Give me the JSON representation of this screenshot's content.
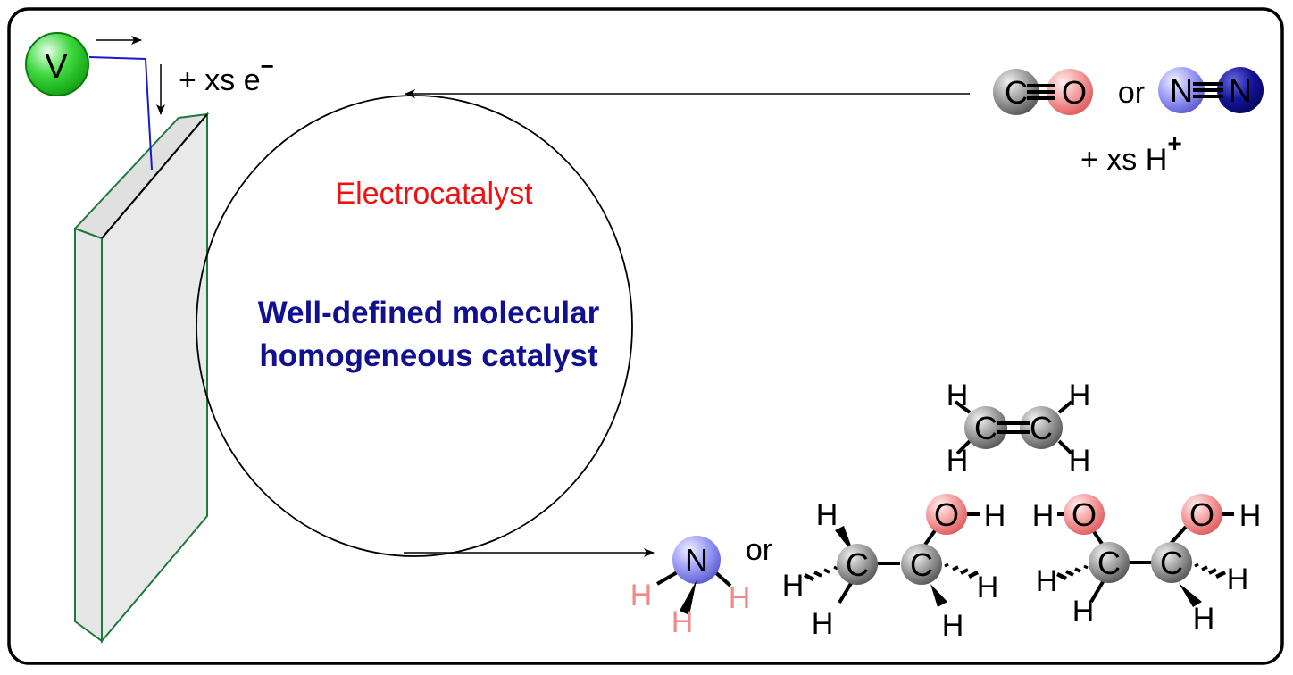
{
  "voltage_label": "V",
  "electron_text": "+ xs e",
  "electron_charge": "−",
  "proton_text": "+ xs H",
  "proton_charge": "+",
  "catalyst": {
    "title": "Electrocatalyst",
    "line1": "Well-defined molecular",
    "line2": "homogeneous catalyst"
  },
  "or_text": "or",
  "atoms": {
    "C": "C",
    "O": "O",
    "N": "N",
    "H": "H"
  },
  "colors": {
    "carbon": "#8a8a8a",
    "oxygen": "#f28b8b",
    "nitrogen_light": "#8f8fef",
    "nitrogen_dark": "#0c0c8a",
    "electrode_edge": "#1e7a3a",
    "wire": "#1a1acc",
    "title_red": "#ee1111",
    "text_blue": "#101090",
    "hydrogen_pink": "#f08a8a",
    "voltmeter": "#3ad43a"
  }
}
